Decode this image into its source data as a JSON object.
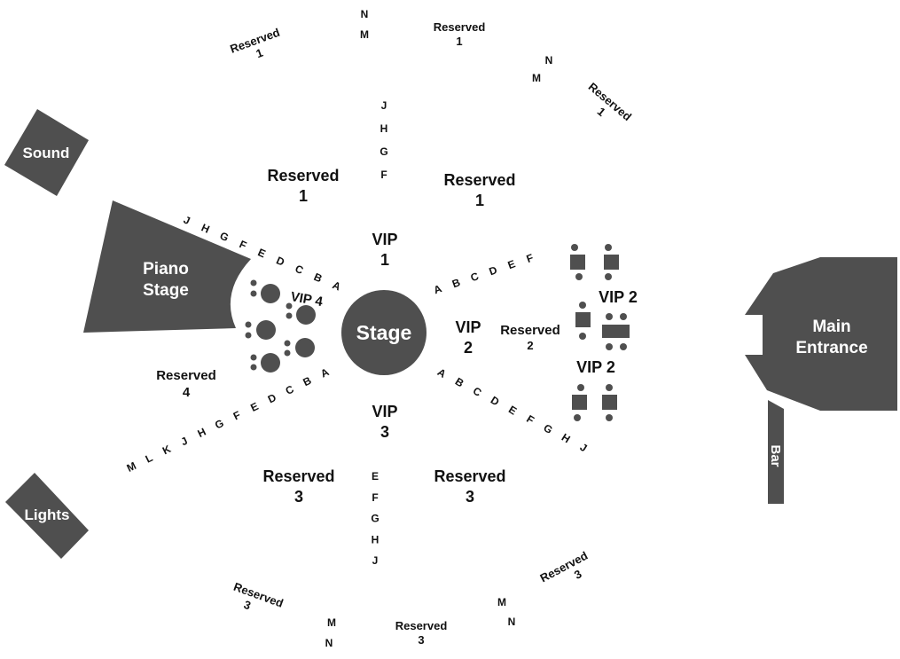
{
  "colors": {
    "shape": "#4f4f4f",
    "text": "#111111",
    "background": "#ffffff"
  },
  "fixtures": {
    "sound": "Sound",
    "lights": "Lights",
    "piano_stage": [
      "Piano",
      "Stage"
    ],
    "stage": "Stage",
    "main_entrance": [
      "Main",
      "Entrance"
    ],
    "bar": "Bar"
  },
  "sections": {
    "vip1": [
      "VIP",
      "1"
    ],
    "vip2_center": [
      "VIP",
      "2"
    ],
    "vip2_upper": "VIP 2",
    "vip2_lower": "VIP 2",
    "vip3": [
      "VIP",
      "3"
    ],
    "vip4": "VIP 4",
    "reserved1_left": [
      "Reserved",
      "1"
    ],
    "reserved1_right": [
      "Reserved",
      "1"
    ],
    "reserved1_far_left": [
      "Reserved",
      "1"
    ],
    "reserved1_far_center": [
      "Reserved",
      "1"
    ],
    "reserved1_far_right": [
      "Reserved",
      "1"
    ],
    "reserved2": [
      "Reserved",
      "2"
    ],
    "reserved3_left": [
      "Reserved",
      "3"
    ],
    "reserved3_right": [
      "Reserved",
      "3"
    ],
    "reserved3_far_left": [
      "Reserved",
      "3"
    ],
    "reserved3_far_center": [
      "Reserved",
      "3"
    ],
    "reserved3_far_right": [
      "Reserved",
      "3"
    ],
    "reserved4": [
      "Reserved",
      "4"
    ]
  },
  "rows": {
    "aisle_top": [
      "J",
      "H",
      "G",
      "F"
    ],
    "aisle_top_far": [
      "N",
      "M"
    ],
    "aisle_top_right_far": [
      "N",
      "M"
    ],
    "aisle_bottom": [
      "E",
      "F",
      "G",
      "H",
      "J"
    ],
    "aisle_bottom_far_left": [
      "M",
      "N"
    ],
    "aisle_bottom_far_right": [
      "M",
      "N"
    ],
    "upper_left_arc": [
      "J",
      "H",
      "G",
      "F",
      "E",
      "D",
      "C",
      "B",
      "A"
    ],
    "lower_left_arc": [
      "A",
      "B",
      "C",
      "D",
      "E",
      "F",
      "G",
      "H",
      "J",
      "K",
      "L",
      "M"
    ],
    "upper_right_arc": [
      "A",
      "B",
      "C",
      "D",
      "E",
      "F"
    ],
    "lower_right_arc": [
      "A",
      "B",
      "C",
      "D",
      "E",
      "F",
      "G",
      "H",
      "J"
    ]
  }
}
